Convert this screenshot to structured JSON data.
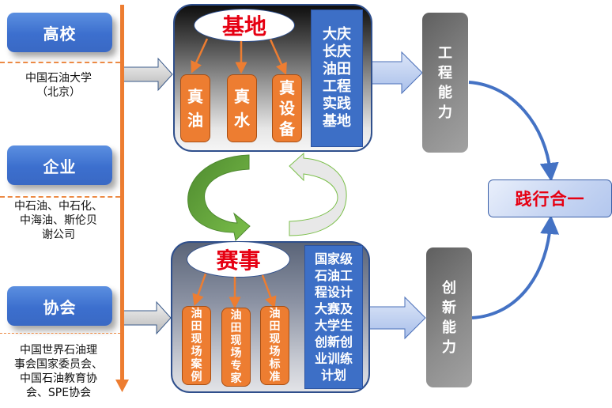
{
  "stakeholders": [
    {
      "label": "高校",
      "description_lines": [
        "中国石油大学",
        "（北京）"
      ]
    },
    {
      "label": "企业",
      "description_lines": [
        "中石油、中石化、",
        "中海油、斯伦贝",
        "谢公司"
      ]
    },
    {
      "label": "协会",
      "description_lines": [
        "中国世界石油理",
        "事会国家委员会、",
        "中国石油教育协",
        "会、SPE协会"
      ]
    }
  ],
  "base_panel": {
    "title": "基地",
    "items": [
      "真油",
      "真水",
      "真设备"
    ],
    "side_label_lines": [
      "大庆",
      "长庆",
      "油田",
      "工程",
      "实践",
      "基地"
    ]
  },
  "competition_panel": {
    "title": "赛事",
    "items": [
      "油田现场案例",
      "油田现场专家",
      "油田现场标准"
    ],
    "side_label_lines": [
      "国家级",
      "石油工",
      "程设计",
      "大赛及",
      "大学生",
      "创新创",
      "业训练",
      "计划"
    ]
  },
  "outcomes": [
    {
      "label_lines": [
        "工",
        "程",
        "能",
        "力"
      ]
    },
    {
      "label_lines": [
        "创",
        "新",
        "能",
        "力"
      ]
    }
  ],
  "goal": {
    "label": "践行合一"
  },
  "colors": {
    "stakeholder_blue": "#3c6fce",
    "timeline_orange": "#ed7d31",
    "item_orange": "#ed7d31",
    "title_red": "#e60012",
    "side_label_blue": "#3d6fc6",
    "outcome_gray": "#8c8c8c",
    "cycle_green": "#70ad47",
    "curve_blue": "#4472c4"
  }
}
